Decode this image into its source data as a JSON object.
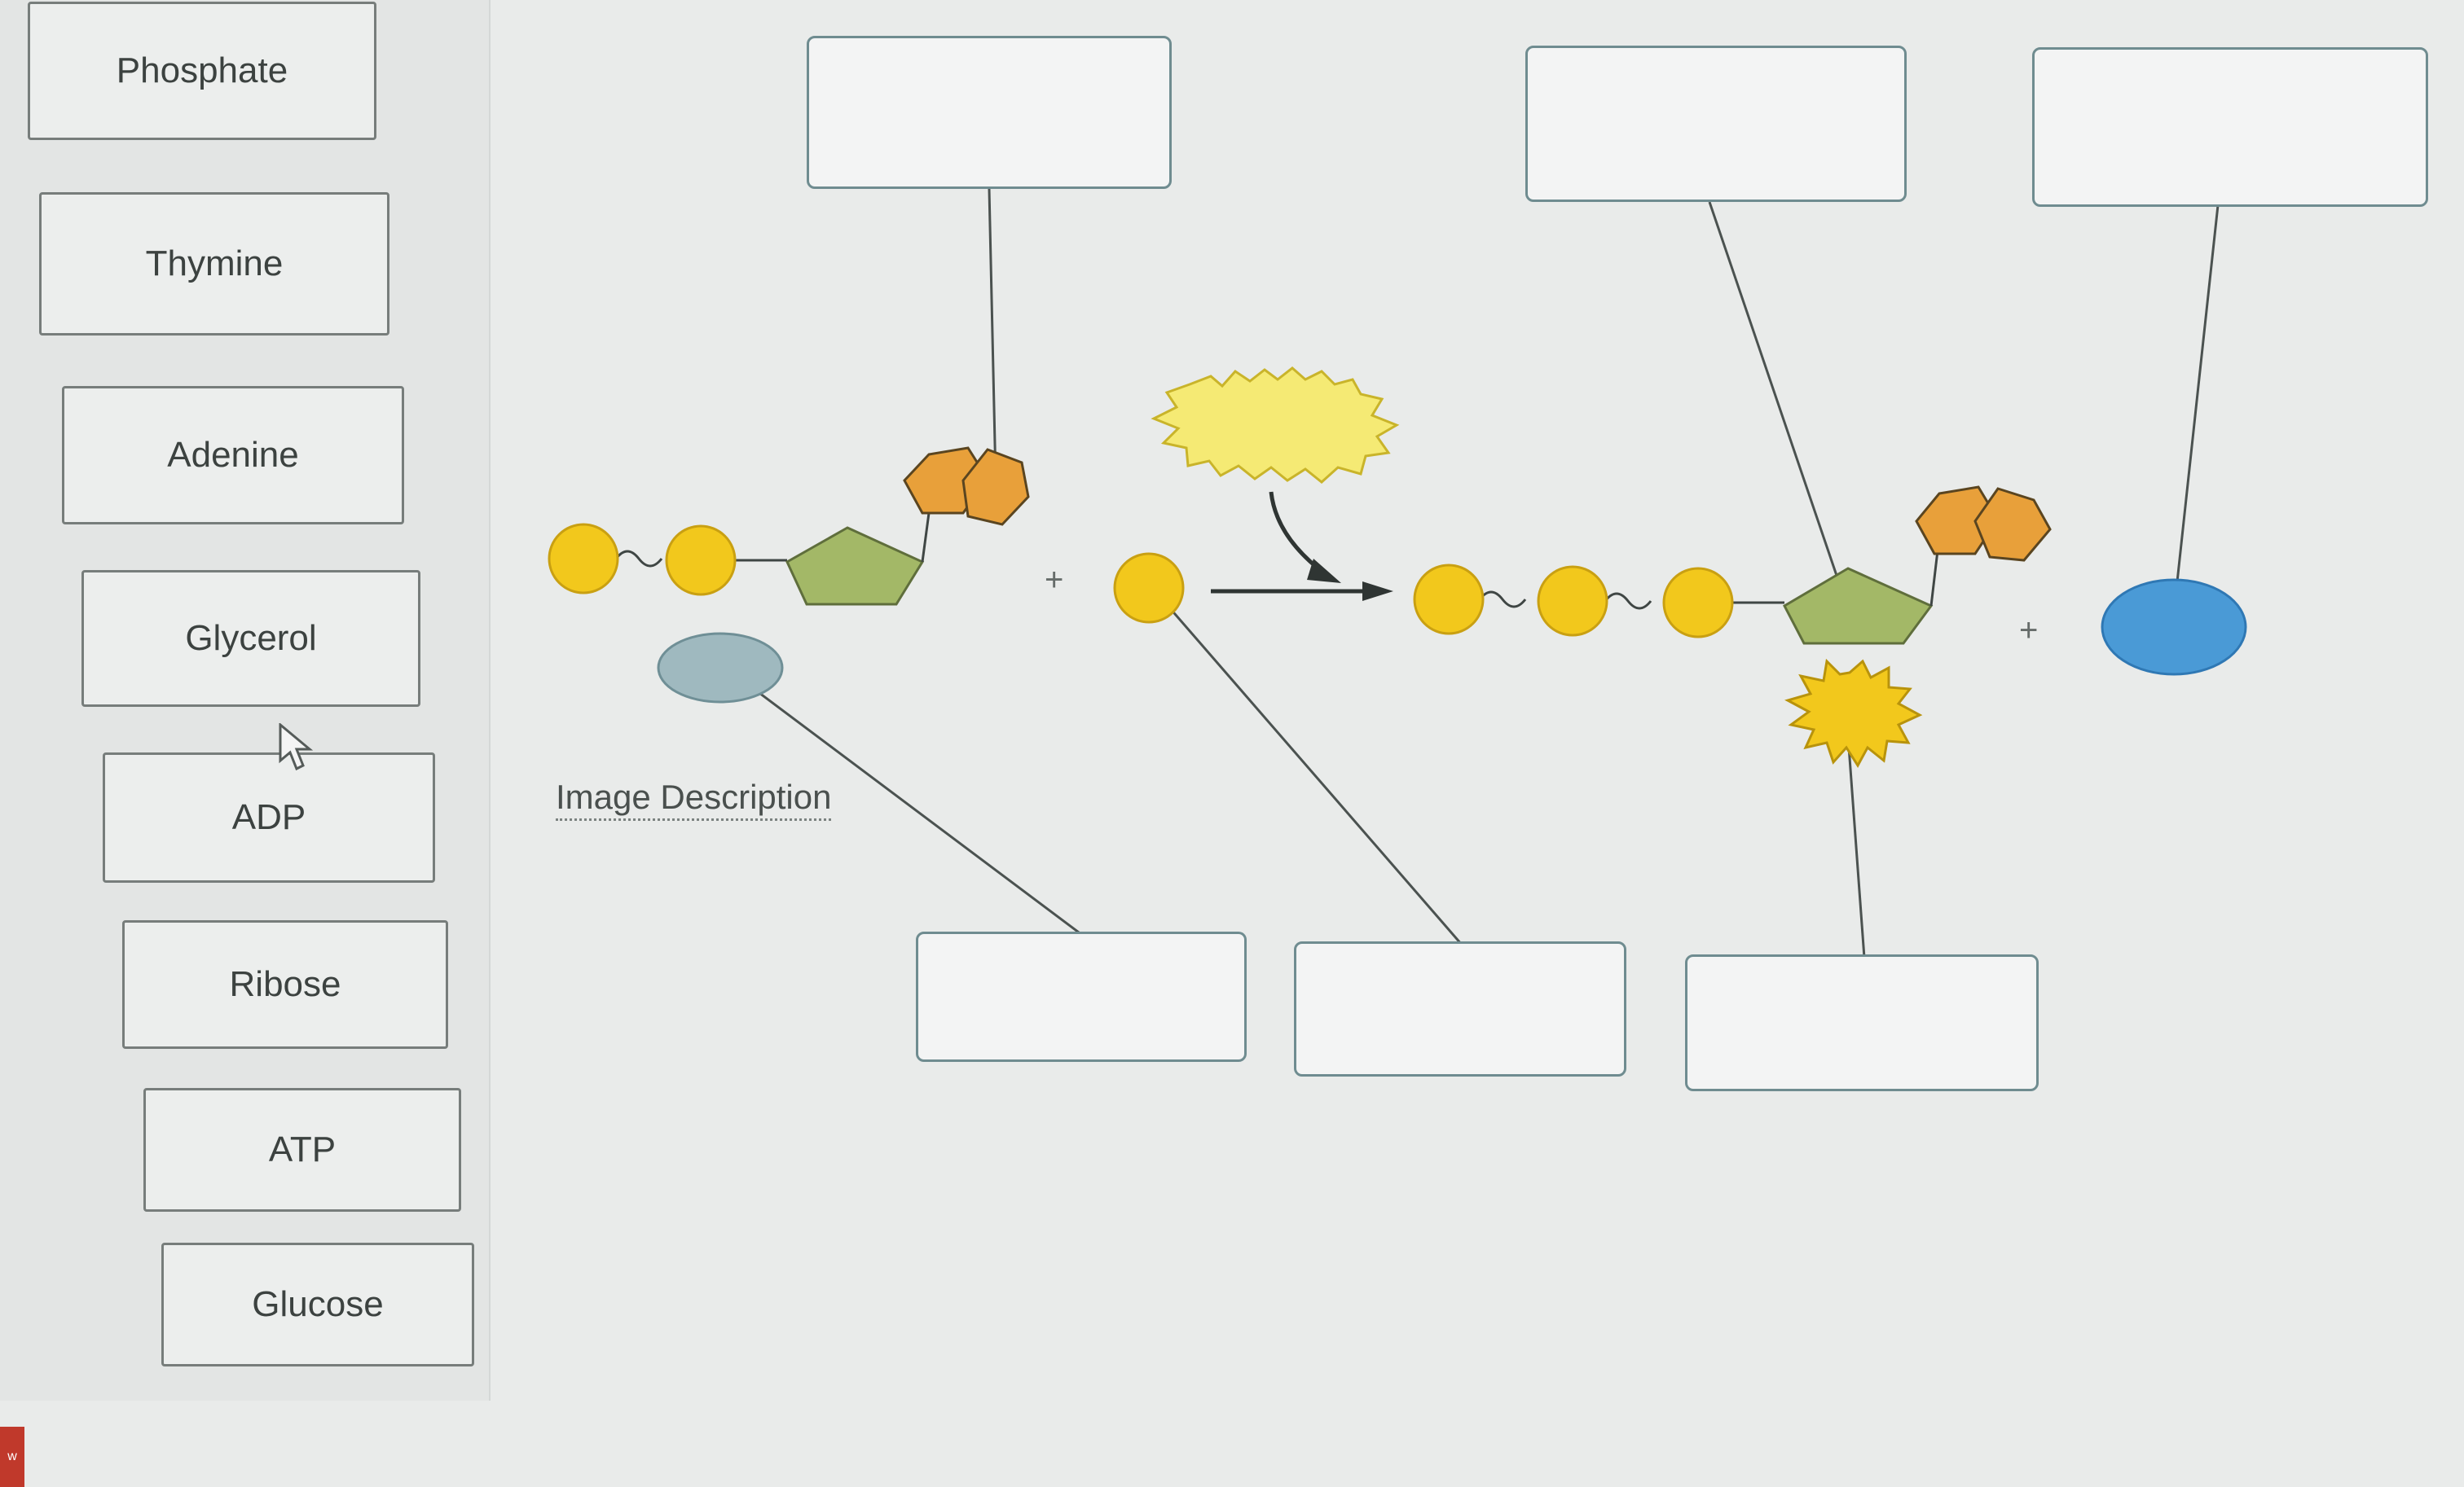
{
  "terms": [
    {
      "label": "Phosphate"
    },
    {
      "label": "Thymine"
    },
    {
      "label": "Adenine"
    },
    {
      "label": "Glycerol"
    },
    {
      "label": "ADP"
    },
    {
      "label": "Ribose"
    },
    {
      "label": "ATP"
    },
    {
      "label": "Glucose"
    }
  ],
  "diagram": {
    "image_description_link": "Image Description",
    "plus_symbol": "+"
  },
  "taskbar": {
    "app_icon_text": "w"
  },
  "colors": {
    "phosphate_yellow": "#f2c81c",
    "ribose_green": "#a3b867",
    "adenine_orange": "#e8a03a",
    "energy_yellow": "#f5ea74",
    "water_blue": "#4a9ad6",
    "drop_border": "#6f8c90"
  }
}
